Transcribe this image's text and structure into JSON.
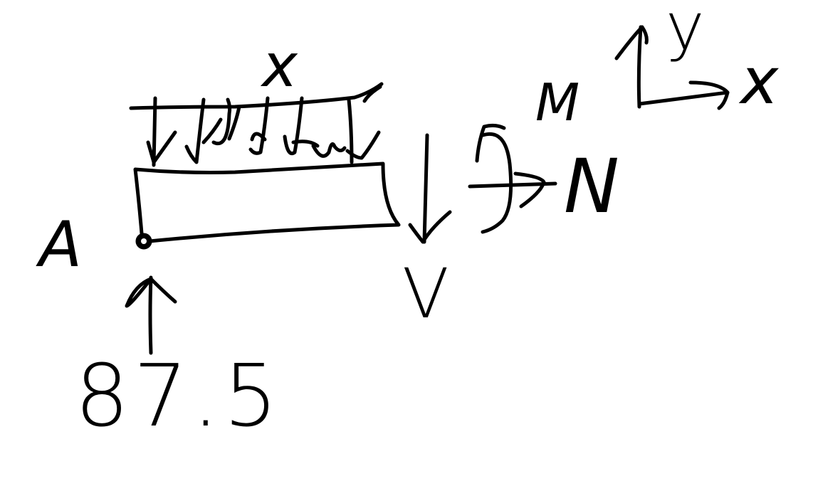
{
  "diagram": {
    "type": "free-body-diagram",
    "stroke_color": "#000000",
    "background_color": "#ffffff",
    "labels": {
      "support_point": "A",
      "distributed_load_length": "x",
      "shear_force": "V",
      "moment": "M",
      "normal_force": "N",
      "axis_y": "y",
      "axis_x": "x",
      "reaction_force_value": "87.5"
    },
    "elements": [
      {
        "name": "beam-segment",
        "shape": "rectangle"
      },
      {
        "name": "pin-support-A",
        "shape": "circle"
      },
      {
        "name": "distributed-load",
        "arrows": 9,
        "direction": "down"
      },
      {
        "name": "reaction-arrow",
        "direction": "up",
        "value": "87.5"
      },
      {
        "name": "shear-arrow",
        "direction": "down",
        "label": "V"
      },
      {
        "name": "moment-arc",
        "direction": "counterclockwise",
        "label": "M"
      },
      {
        "name": "normal-arrow",
        "direction": "right",
        "label": "N"
      },
      {
        "name": "axes",
        "x": "right",
        "y": "up"
      }
    ]
  }
}
